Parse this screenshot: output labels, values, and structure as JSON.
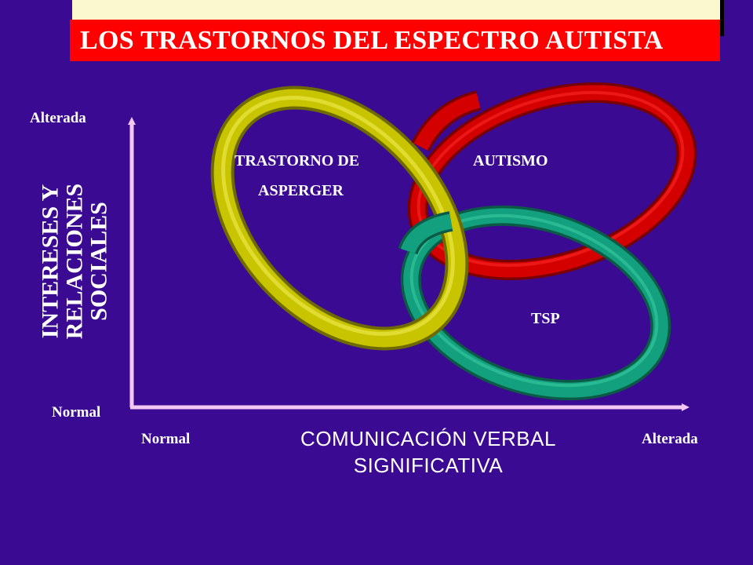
{
  "title": "LOS TRASTORNOS DEL ESPECTRO AUTISTA",
  "y_axis": {
    "label_lines": [
      "INTERESES Y",
      "RELACIONES",
      "SOCIALES"
    ],
    "top_label": "Alterada",
    "bottom_label": "Normal"
  },
  "x_axis": {
    "label_lines": [
      "COMUNICACIÓN VERBAL",
      "SIGNIFICATIVA"
    ],
    "left_label": "Normal",
    "right_label": "Alterada"
  },
  "rings": [
    {
      "name": "asperger",
      "label_lines": [
        "TRASTORNO DE",
        "ASPERGER"
      ],
      "color": "#c8c400"
    },
    {
      "name": "autismo",
      "label_lines": [
        "AUTISMO"
      ],
      "color": "#d40000"
    },
    {
      "name": "tsp",
      "label_lines": [
        "TSP"
      ],
      "color": "#12a07e"
    }
  ],
  "colors": {
    "background": "#3a0a93",
    "title_bar": "#ff0000",
    "axis": "#f2c9f2"
  }
}
